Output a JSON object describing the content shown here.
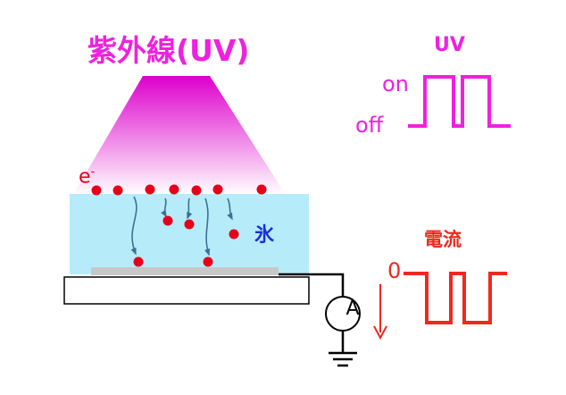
{
  "labels": {
    "uv_title": "紫外線(UV)",
    "electron": "e",
    "electron_charge": "-",
    "ice": "氷",
    "ammeter": "A",
    "uv_legend": "UV",
    "on": "on",
    "off": "off",
    "current_legend": "電流",
    "zero": "0"
  },
  "colors": {
    "uv_text": "#ee22dd",
    "uv_beam_top": "#dd00cc",
    "uv_beam_bottom": "#ffffff",
    "ice": "#b6ecfa",
    "ice_text": "#1c2fd8",
    "electron": "#e6001a",
    "trajectory": "#3e6f93",
    "substrate_film": "#c8c8c8",
    "current_signal": "#f0281e",
    "uv_signal": "#f020e0",
    "wire": "#000000"
  },
  "icons": [
    "electron-dot",
    "trajectory-arrow",
    "ammeter-symbol",
    "ground-symbol",
    "current-direction-arrow"
  ]
}
